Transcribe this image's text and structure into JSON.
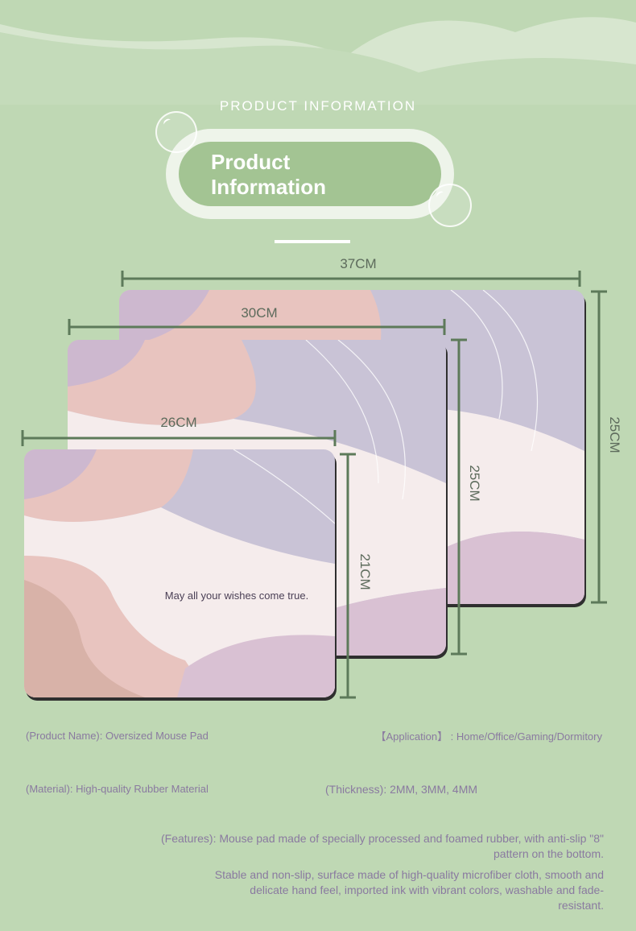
{
  "header": {
    "caption": "PRODUCT INFORMATION",
    "title_line1": "Product",
    "title_line2": "Information"
  },
  "dimensions": {
    "large": {
      "width": "37CM",
      "height": "25CM"
    },
    "medium": {
      "width": "30CM",
      "height": "25CM"
    },
    "small": {
      "width": "26CM",
      "height": "21CM"
    }
  },
  "pad_slogan": "May all your wishes come true.",
  "specs": {
    "product_name": "(Product Name): Oversized Mouse Pad",
    "application": "【Application】 : Home/Office/Gaming/Dormitory",
    "material": "(Material): High-quality Rubber Material",
    "thickness": "(Thickness): 2MM, 3MM, 4MM",
    "features_line1": "(Features): Mouse pad made of specially processed and foamed rubber, with anti-slip \"8\"",
    "features_line2": "pattern on the bottom.",
    "features2_line1": "Stable and non-slip, surface made of high-quality microfiber cloth, smooth and",
    "features2_line2": "delicate hand feel, imported ink with vibrant colors, washable and fade-",
    "features2_line3": "resistant."
  },
  "colors": {
    "background": "#bfd8b4",
    "badge": "#a3c493",
    "dimension_line": "#5d7a5a",
    "pad_pink": "#e8c4bf",
    "pad_lavender": "#c9c3d6",
    "pad_cream": "#f5ecec",
    "pad_mauve": "#d9c1d3"
  }
}
